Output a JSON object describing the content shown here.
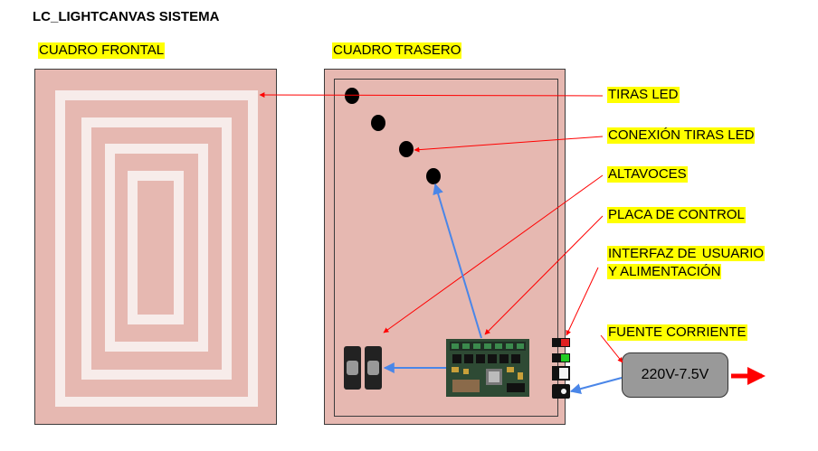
{
  "title": "LC_LIGHTCANVAS SISTEMA",
  "front_label": "CUADRO FRONTAL",
  "rear_label": "CUADRO TRASERO",
  "labels": {
    "tiras_led": "TIRAS LED",
    "conexion_tiras": "CONEXIÓN TIRAS LED",
    "altavoces": "ALTAVOCES",
    "placa": "PLACA DE CONTROL",
    "interfaz_line1_a": "INTERFAZ DE ",
    "interfaz_line1_b": "USUARIO",
    "interfaz_line2": "Y ALIMENTACIÓN",
    "fuente": "FUENTE CORRIENTE"
  },
  "psu_label": "220V-7.5V",
  "colors": {
    "panel": "#e6b8b1",
    "led_strip": "#f7ecea",
    "highlight": "#ffff00",
    "red_arrow": "#ff0000",
    "blue_arrow": "#4a86e8",
    "psu": "#999999",
    "board": "#2e4a34"
  }
}
